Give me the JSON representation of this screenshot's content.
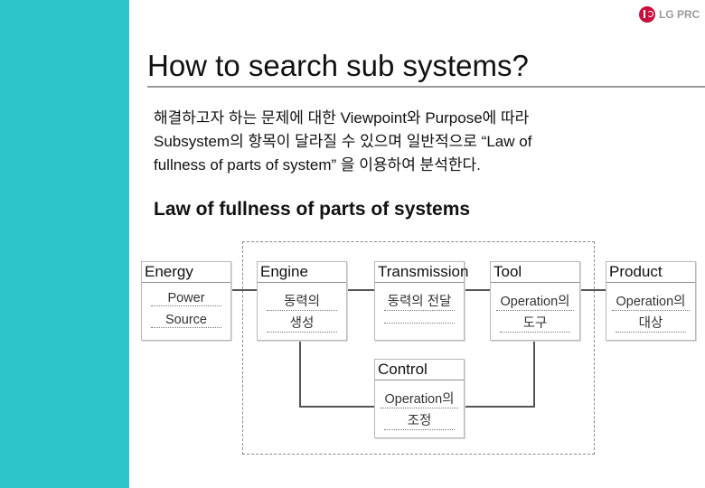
{
  "logo": {
    "text": "LG PRC",
    "icon": "lg-logo-icon",
    "color": "#c8103e"
  },
  "title": "How to search sub systems?",
  "intro": {
    "line1": "해결하고자 하는 문제에 대한 Viewpoint와 Purpose에 따라",
    "line2": "Subsystem의 항목이 달라질 수 있으며 일반적으로 “Law of",
    "line3": "fullness of parts of system” 을 이용하여 분석한다."
  },
  "subtitle": "Law of fullness of parts of systems",
  "boxes": {
    "energy": {
      "head": "Energy",
      "line1": "Power",
      "line2": "Source"
    },
    "engine": {
      "head": "Engine",
      "line1": "동력의",
      "line2": "생성"
    },
    "transmission": {
      "head": "Transmission",
      "line1": "동력의 전달",
      "line2": ""
    },
    "tool": {
      "head": "Tool",
      "line1": "Operation의",
      "line2": "도구"
    },
    "product": {
      "head": "Product",
      "line1": "Operation의",
      "line2": "대상"
    },
    "control": {
      "head": "Control",
      "line1": "Operation의",
      "line2": "조정"
    }
  },
  "colors": {
    "sidebar": "#2fc4c9",
    "text": "#111111"
  }
}
